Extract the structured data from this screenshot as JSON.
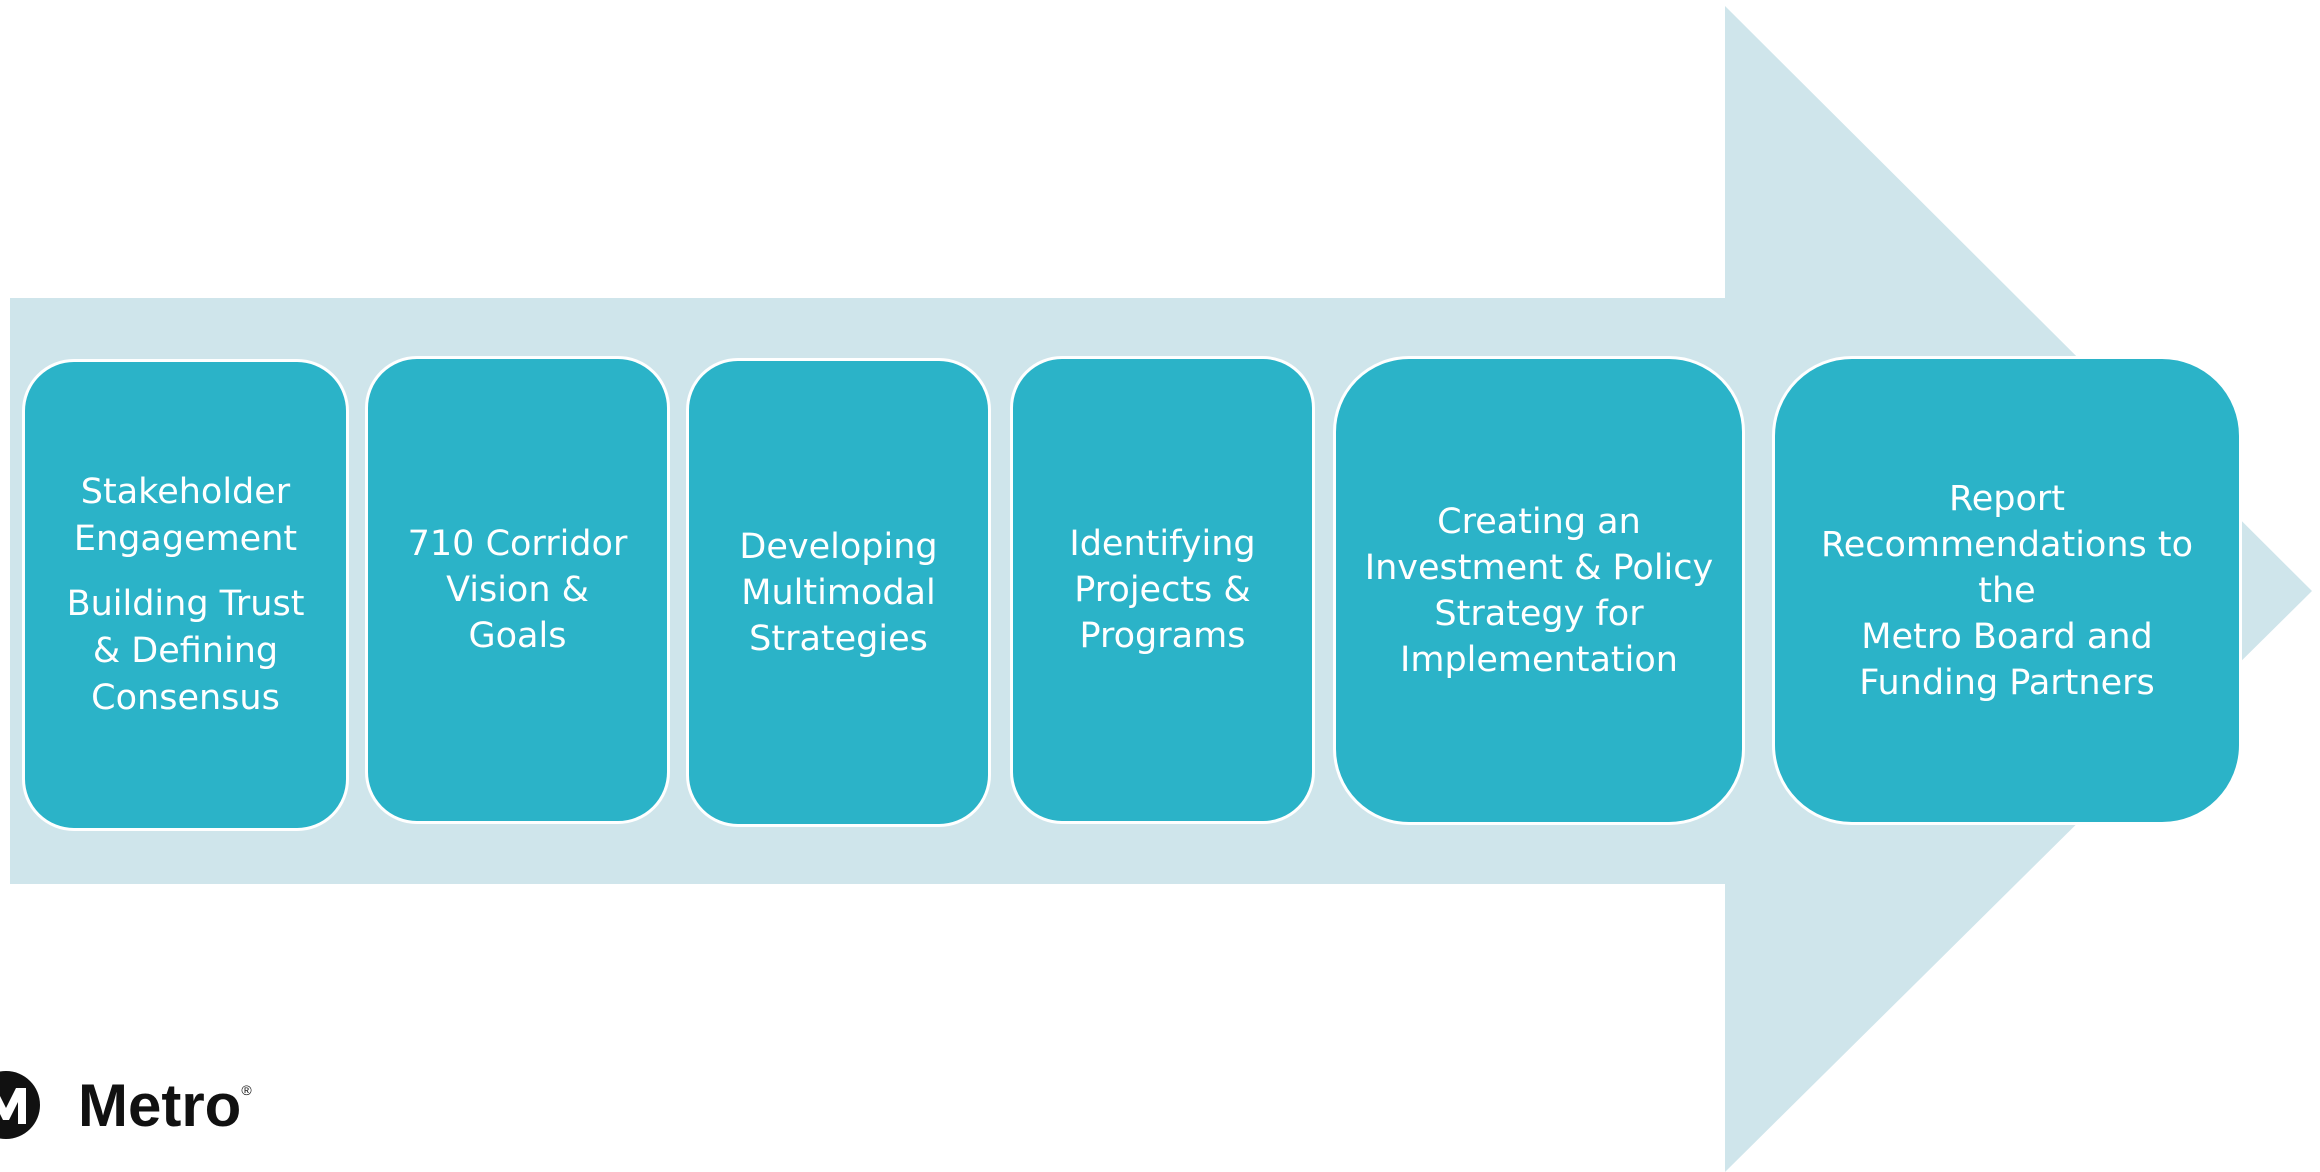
{
  "colors": {
    "arrow": "#cfe5eb",
    "step_box": "#2bb3c8",
    "step_text": "#ffffff",
    "logo": "#111111"
  },
  "steps": [
    {
      "lines": [
        "Stakeholder",
        "Engagement"
      ],
      "lines2": [
        "Building Trust",
        "& Defining",
        "Consensus"
      ]
    },
    {
      "lines": [
        "710 Corridor",
        "Vision &",
        "Goals"
      ]
    },
    {
      "lines": [
        "Developing",
        "Multimodal",
        "Strategies"
      ]
    },
    {
      "lines": [
        "Identifying",
        "Projects &",
        "Programs"
      ]
    },
    {
      "lines": [
        "Creating an",
        "Investment & Policy",
        "Strategy for",
        "Implementation"
      ]
    },
    {
      "lines": [
        "Report",
        "Recommendations to",
        "the",
        "Metro Board and",
        "Funding Partners"
      ]
    }
  ],
  "logo": {
    "text": "Metro",
    "registered": "®",
    "icon": "metro-m-logo-icon"
  }
}
